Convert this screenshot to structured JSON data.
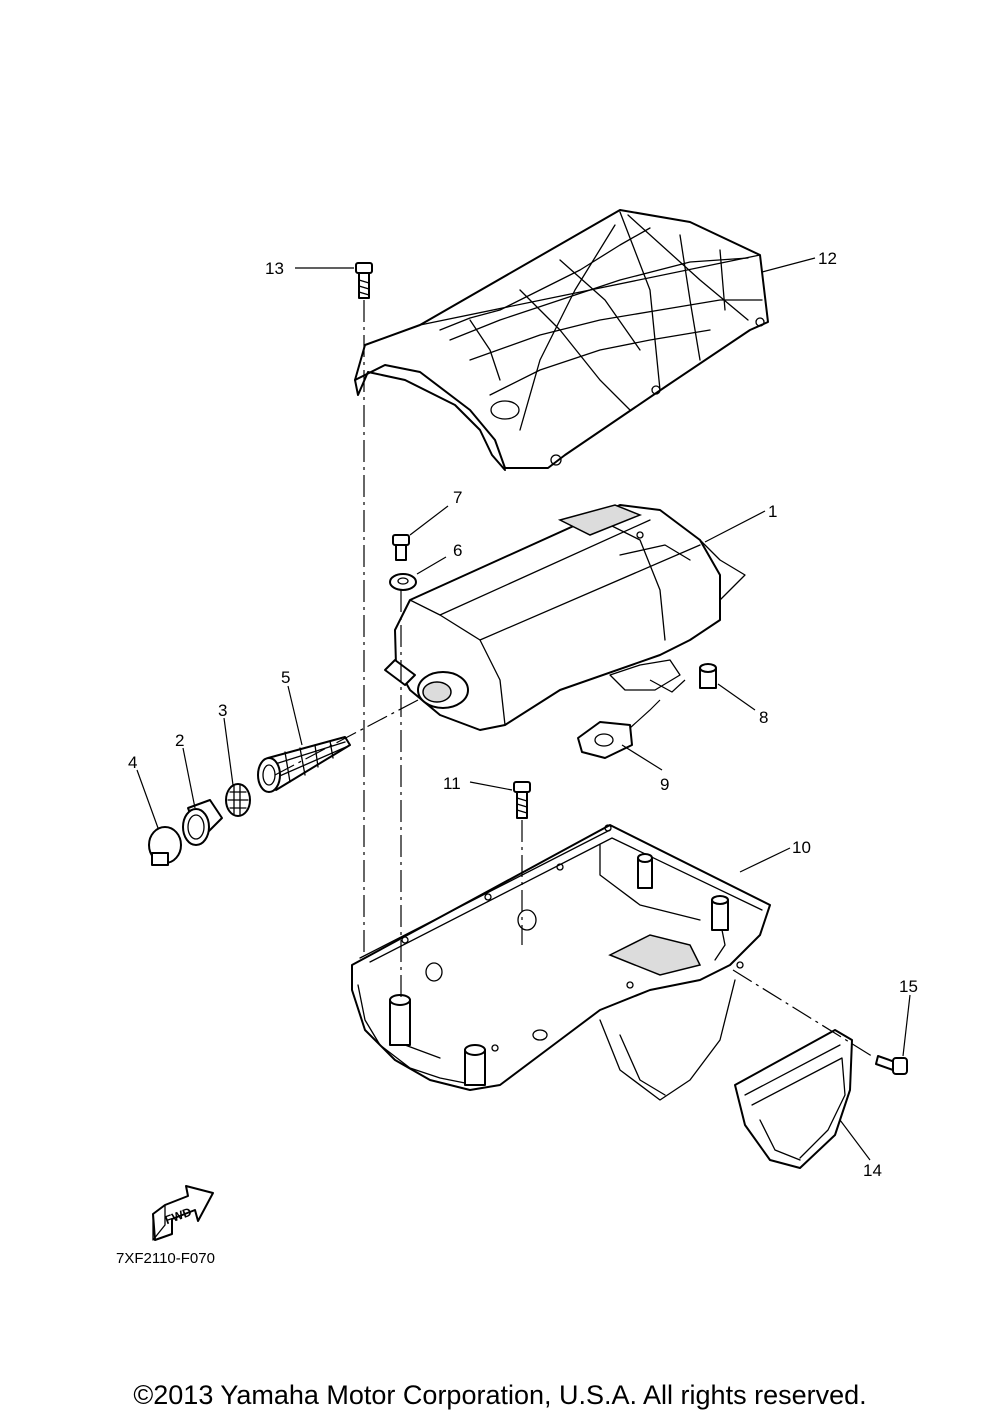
{
  "callouts": [
    {
      "id": "1",
      "label": "1"
    },
    {
      "id": "2",
      "label": "2"
    },
    {
      "id": "3",
      "label": "3"
    },
    {
      "id": "4",
      "label": "4"
    },
    {
      "id": "5",
      "label": "5"
    },
    {
      "id": "6",
      "label": "6"
    },
    {
      "id": "7",
      "label": "7"
    },
    {
      "id": "8",
      "label": "8"
    },
    {
      "id": "9",
      "label": "9"
    },
    {
      "id": "10",
      "label": "10"
    },
    {
      "id": "11",
      "label": "11"
    },
    {
      "id": "12",
      "label": "12"
    },
    {
      "id": "13",
      "label": "13"
    },
    {
      "id": "14",
      "label": "14"
    },
    {
      "id": "15",
      "label": "15"
    }
  ],
  "fwd_label": "FWD",
  "diagram_code": "7XF2110-F070",
  "copyright": "©2013 Yamaha Motor Corporation, U.S.A. All rights reserved."
}
